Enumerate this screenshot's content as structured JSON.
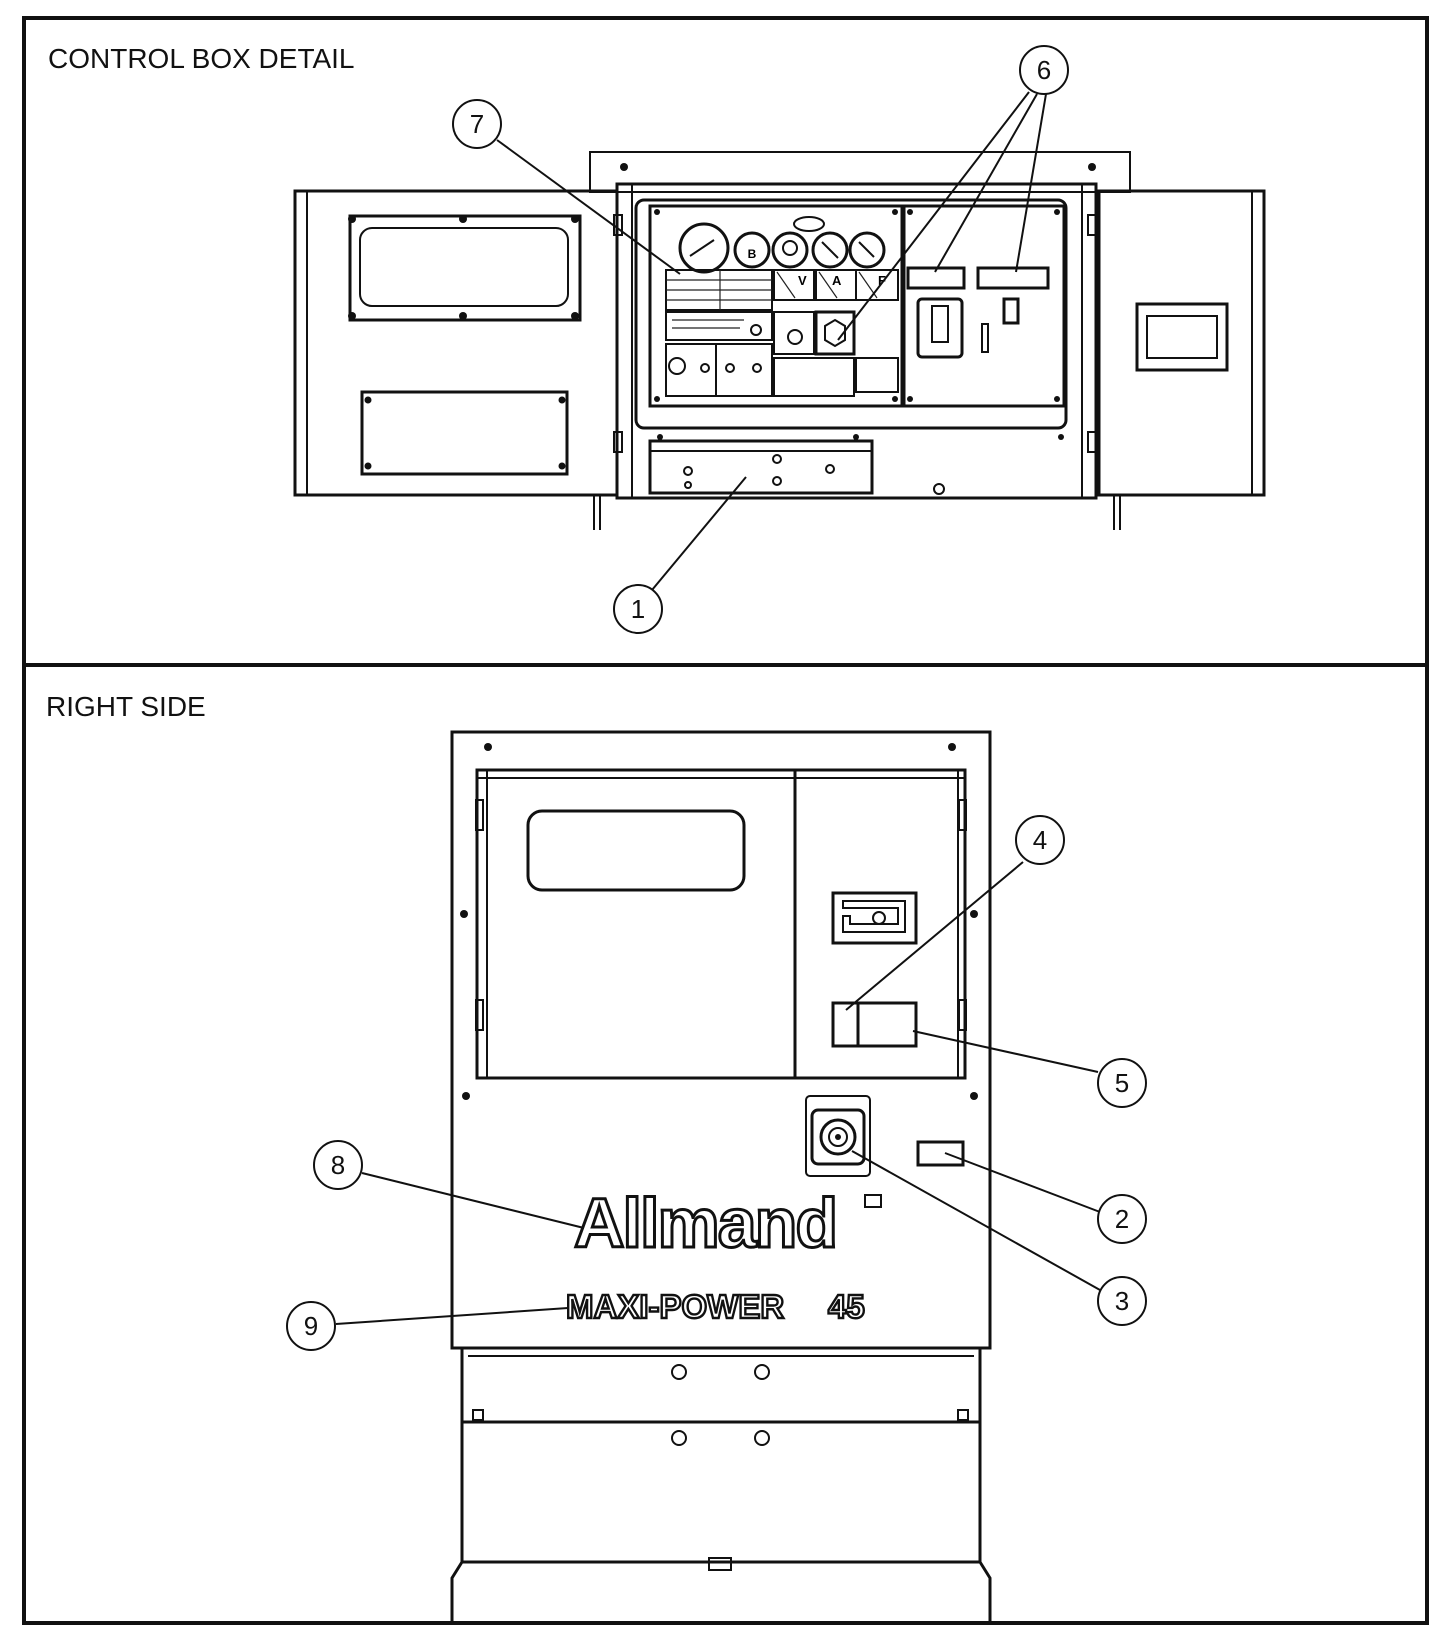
{
  "panels": {
    "top": {
      "title": "CONTROL BOX DETAIL"
    },
    "bottom": {
      "title": "RIGHT SIDE"
    }
  },
  "callouts": {
    "c1": "1",
    "c2": "2",
    "c3": "3",
    "c4": "4",
    "c5": "5",
    "c6": "6",
    "c7": "7",
    "c8": "8",
    "c9": "9"
  },
  "decals": {
    "brand": "Allmand",
    "model": "MAXI-POWER",
    "model_number": "45",
    "gauge_b": "B",
    "meter_v": "V",
    "meter_a": "A",
    "meter_f": "F"
  }
}
